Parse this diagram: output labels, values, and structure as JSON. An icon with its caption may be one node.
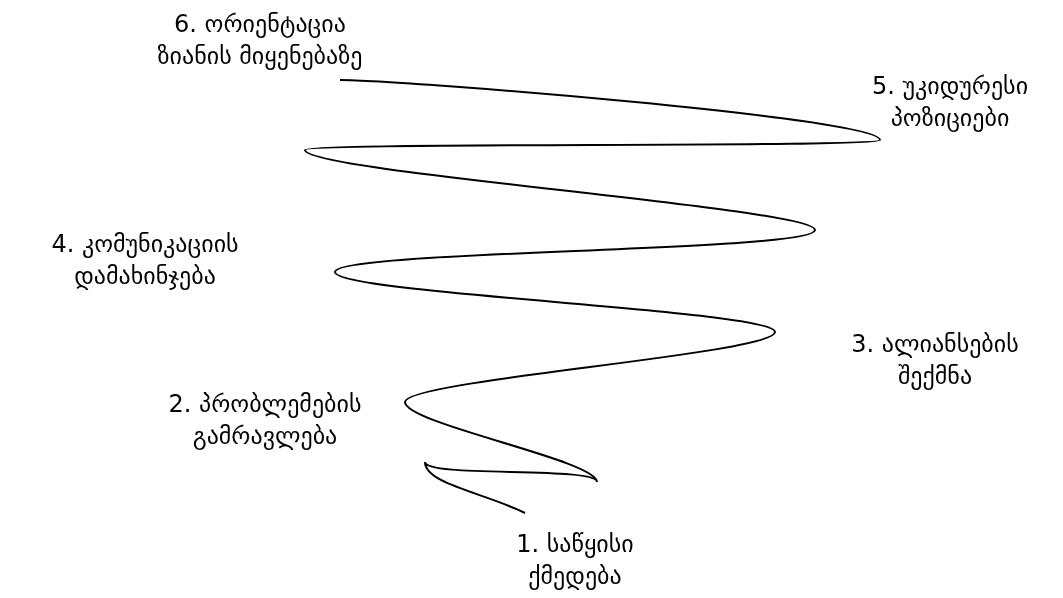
{
  "diagram": {
    "labels": [
      "6. ორიენტაცია ზიანის მიყენებაზე",
      "5. უკიდურესი პოზიციები",
      "4. კომუნიკაციის დამახინჯება",
      "3. ალიანსების შექმნა",
      "2. პრობლემების გამრავლება",
      "1. საწყისი ქმედება"
    ]
  }
}
